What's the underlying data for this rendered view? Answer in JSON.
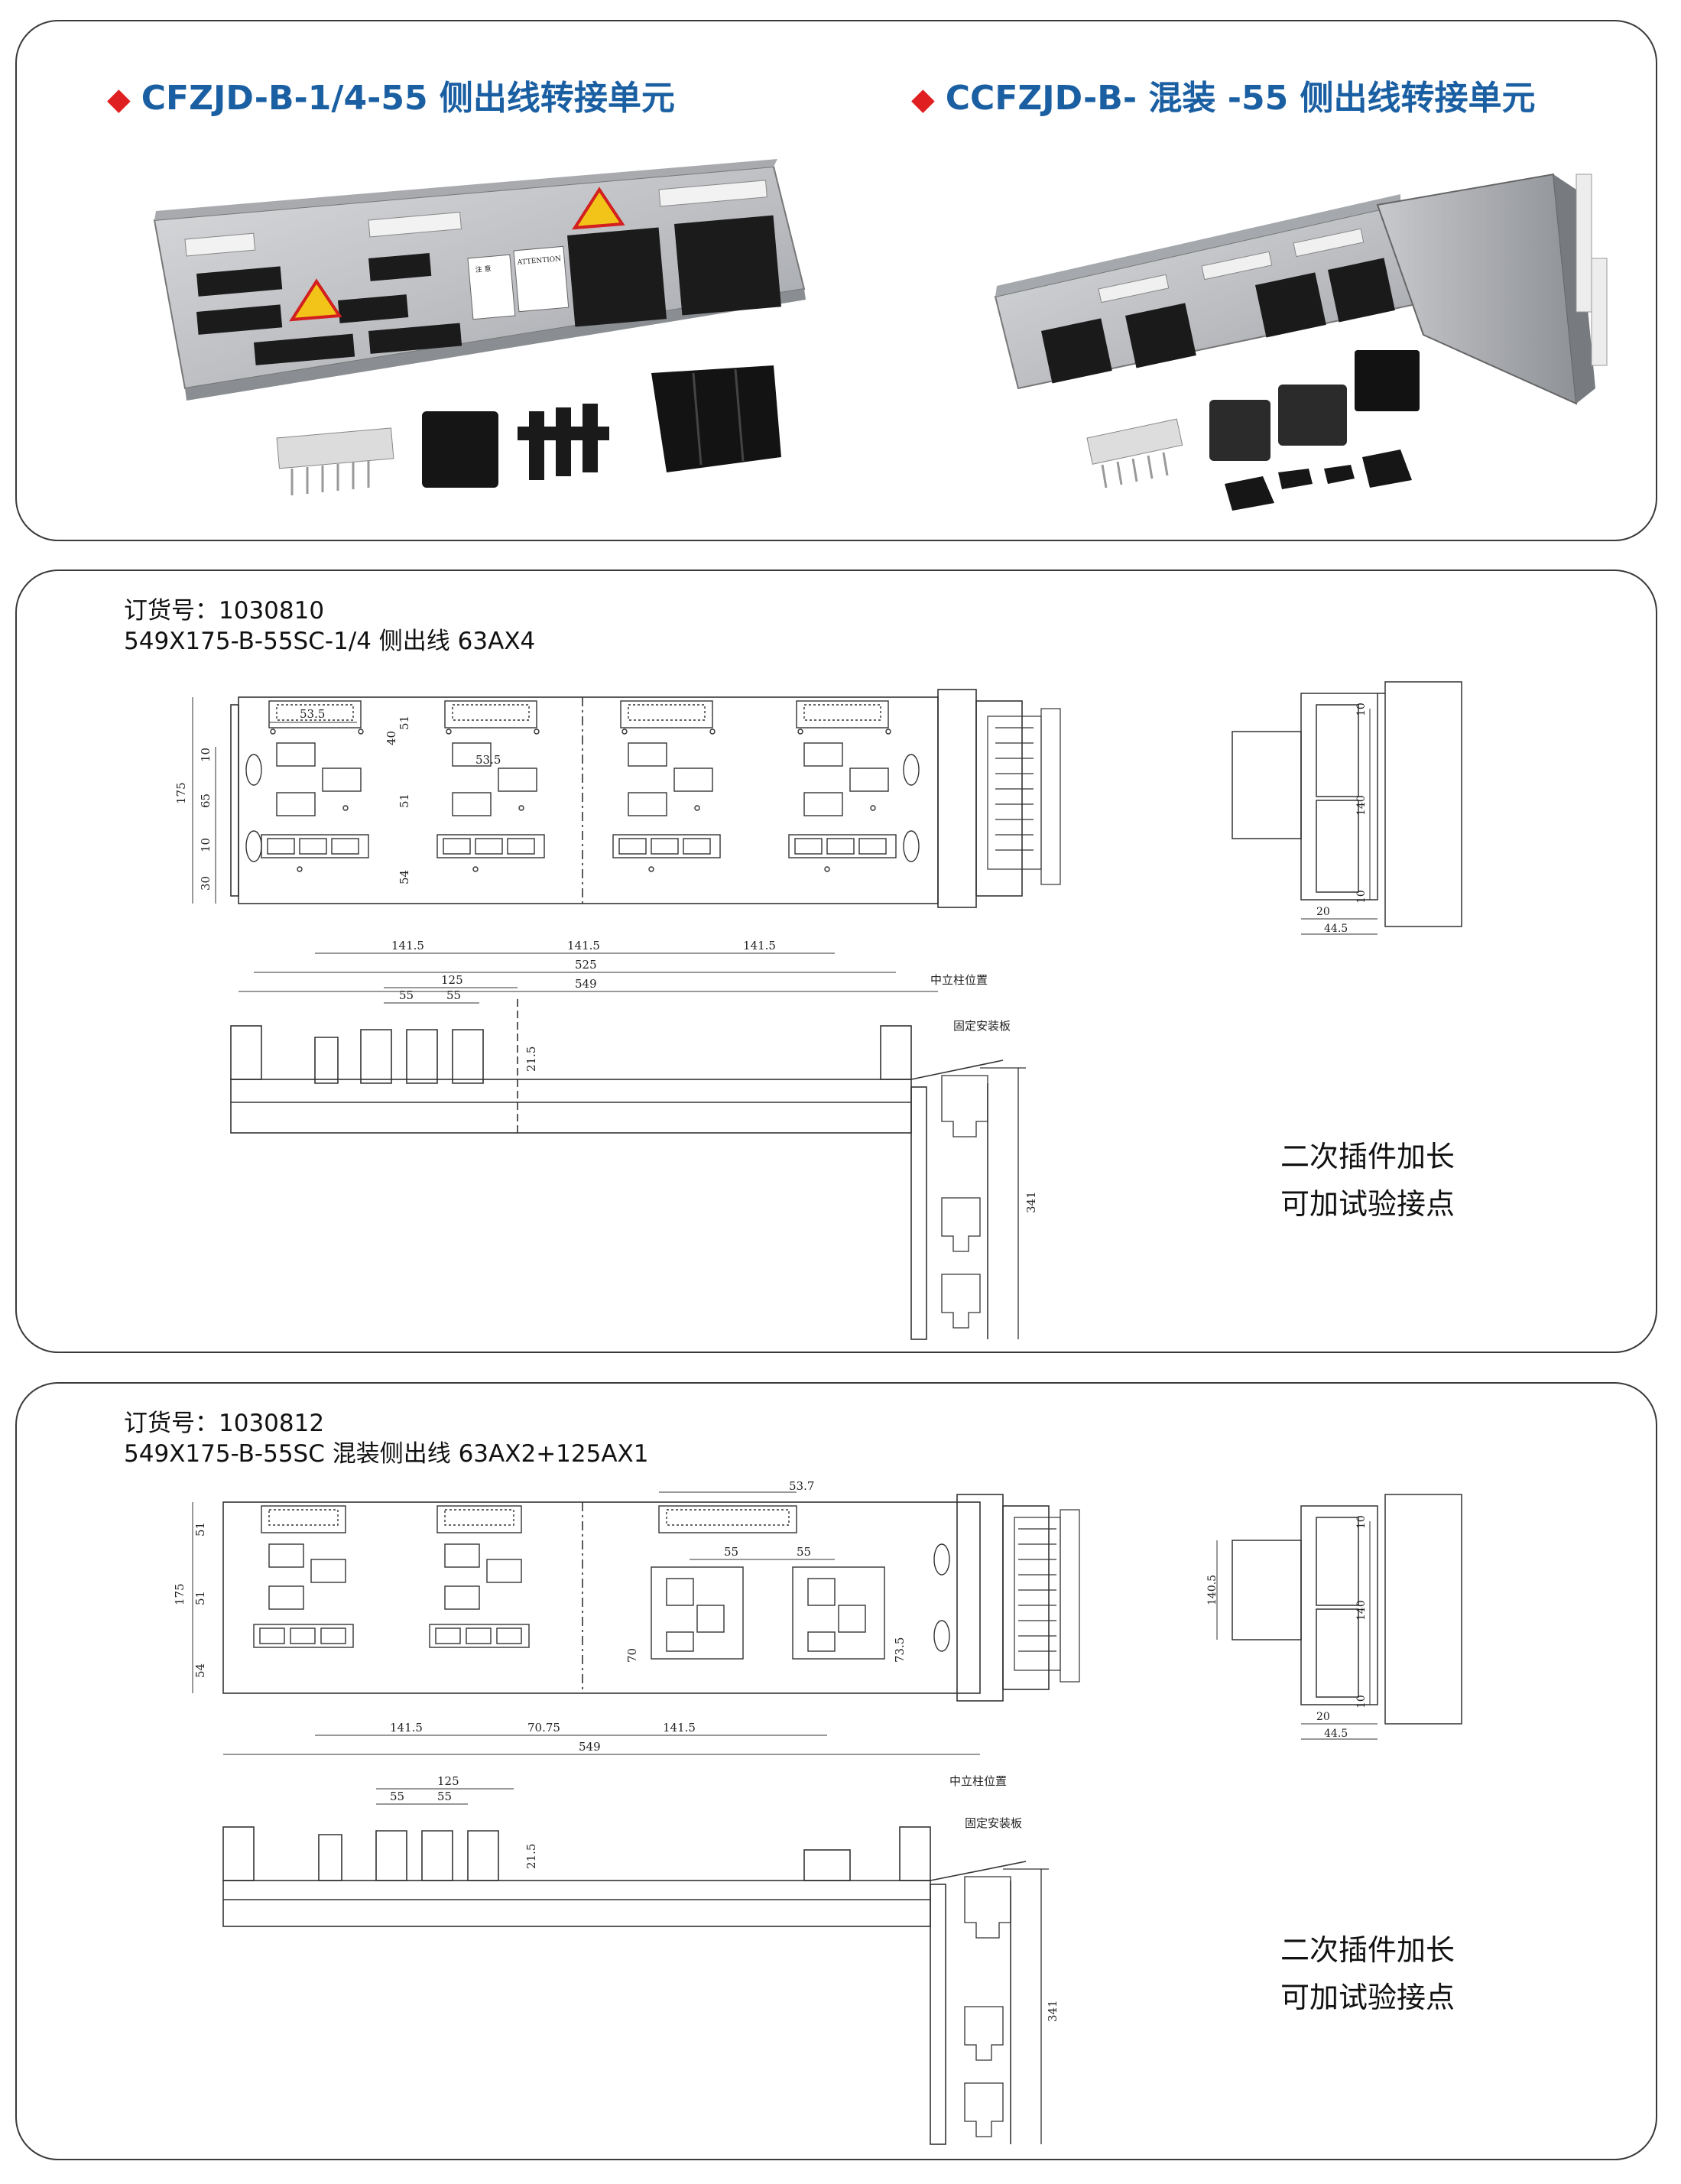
{
  "panel1": {
    "left_title": "CFZJD-B-1/4-55 侧出线转接单元",
    "right_title": "CCFZJD-B- 混装 -55 侧出线转接单元",
    "diamond": "◆",
    "label_attention_en": "ATTENTION",
    "label_attention_cn": "注 意"
  },
  "panel2": {
    "order_no": "订货号：1030810",
    "model": "549X175-B-55SC-1/4 侧出线 63AX4",
    "note_line1": "二次插件加长",
    "note_line2": "可加试验接点",
    "dims": {
      "d175": "175",
      "d10a": "10",
      "d65": "65",
      "d10b": "10",
      "d30": "30",
      "d53_5a": "53.5",
      "d53_5b": "53.5",
      "d40": "40",
      "d51a": "51",
      "d51b": "51",
      "d54": "54",
      "d141_5a": "141.5",
      "d141_5b": "141.5",
      "d141_5c": "141.5",
      "d525": "525",
      "d549": "549",
      "d55a": "55",
      "d55b": "55",
      "d125": "125",
      "d21_5": "21.5",
      "neutral": "中立柱位置",
      "fixplate": "固定安装板",
      "d341": "341",
      "s140": "140",
      "s10a": "10",
      "s10b": "10",
      "s20": "20",
      "s44_5": "44.5"
    }
  },
  "panel3": {
    "order_no": "订货号：1030812",
    "model": "549X175-B-55SC 混装侧出线 63AX2+125AX1",
    "note_line1": "二次插件加长",
    "note_line2": "可加试验接点",
    "dims": {
      "d53_7": "53.7",
      "d51a": "51",
      "d175": "175",
      "d51b": "51",
      "d54": "54",
      "d55a": "55",
      "d55b": "55",
      "d70": "70",
      "d73_5": "73.5",
      "d141_5a": "141.5",
      "d70_75": "70.75",
      "d141_5b": "141.5",
      "d549": "549",
      "d55c": "55",
      "d55d": "55",
      "d125": "125",
      "d21_5": "21.5",
      "neutral": "中立柱位置",
      "fixplate": "固定安装板",
      "d341": "341",
      "s140_5": "140.5",
      "s140": "140",
      "s10a": "10",
      "s10b": "10",
      "s20": "20",
      "s44_5": "44.5"
    }
  },
  "colors": {
    "title_blue": "#1b5fa3",
    "diamond_red": "#e02020",
    "warning_yellow": "#f2c318"
  }
}
